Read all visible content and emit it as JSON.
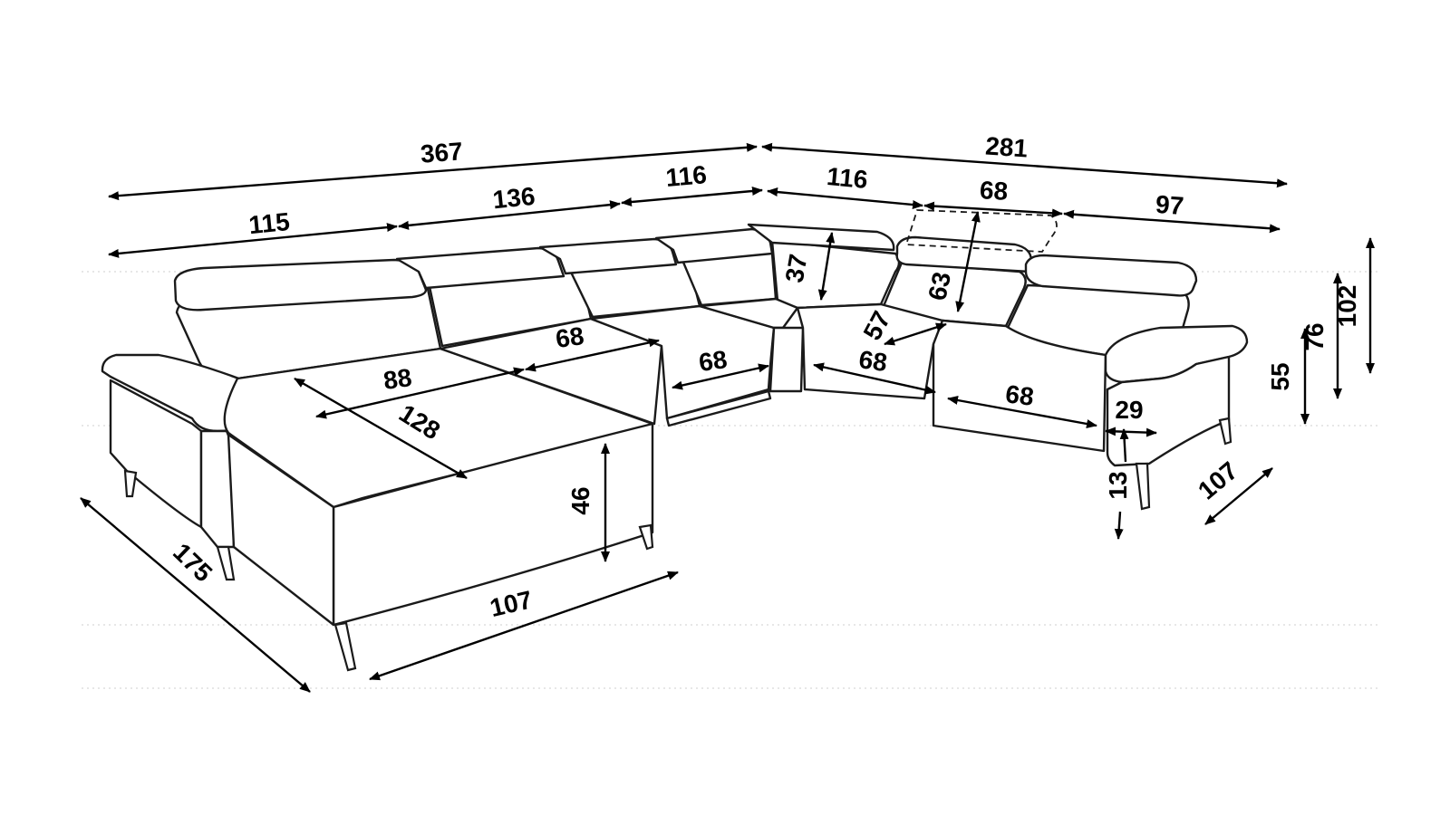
{
  "diagram": {
    "type": "furniture-dimension-drawing",
    "line_color": "#000000",
    "background": "#ffffff",
    "dimensions": {
      "total_left": "367",
      "total_right": "281",
      "seg_115": "115",
      "seg_136": "136",
      "seg_116_left": "116",
      "seg_116_right": "116",
      "seg_68_top": "68",
      "seg_97": "97",
      "headrest_37": "37",
      "headrest_63": "63",
      "depth_57": "57",
      "chaise_88": "88",
      "chaise_128": "128",
      "seat_68_a": "68",
      "seat_68_b": "68",
      "seat_68_c": "68",
      "seat_68_d": "68",
      "seat_height_46": "46",
      "chaise_front_107": "107",
      "chaise_side_175": "175",
      "arm_29": "29",
      "leg_13": "13",
      "right_depth_107": "107",
      "h_55": "55",
      "h_76": "76",
      "h_102": "102"
    }
  }
}
